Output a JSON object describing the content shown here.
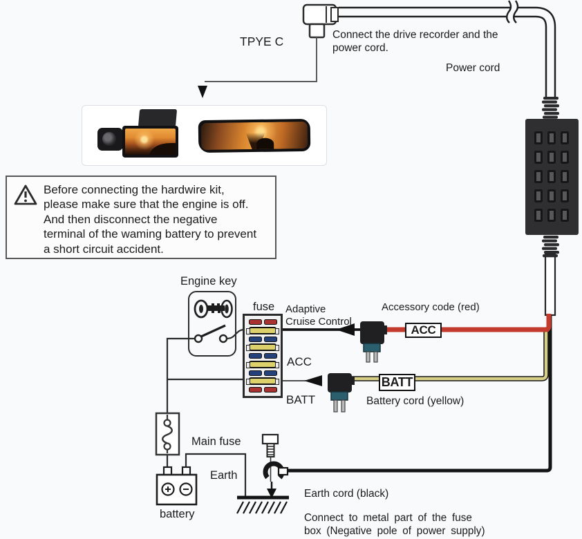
{
  "top": {
    "type_c_label": "TPYE C",
    "connect_note": "Connect the drive recorder and the\npower cord.",
    "power_cord_label": "Power cord"
  },
  "warning": {
    "text": "Before connecting the hardwire kit,\nplease make sure that the engine is off.\nAnd then disconnect the negative\nterminal of the waming battery to prevent\na short circuit accident."
  },
  "labels": {
    "engine_key": "Engine key",
    "fuse": "fuse",
    "adaptive": "Adaptive\nCruise Control",
    "accessory_code": "Accessory code (red)",
    "acc": "ACC",
    "acc_tag": "ACC",
    "batt": "BATT",
    "batt_tag": "BATT",
    "battery_cord": "Battery cord (yellow)",
    "main_fuse": "Main fuse",
    "earth": "Earth",
    "battery": "battery",
    "earth_cord": "Earth cord (black)",
    "connect_metal": "Connect to metal part of the fuse\nbox (Negative pole of power supply)"
  },
  "colors": {
    "wire_red": "#c23b2c",
    "wire_yellow": "#d8cf86",
    "wire_black": "#141414",
    "fuse_red": "#a93230",
    "fuse_blue": "#24417c",
    "fuse_yellow": "#ddd16e",
    "tap_teal": "#2c5f6e",
    "module_dark": "#2f2f31"
  },
  "fusebox": {
    "rows": [
      "red-pair",
      "yellow-wide",
      "blue-pair",
      "yellow-wide",
      "blue-pair",
      "yellow-wide",
      "blue-pair",
      "yellow-wide",
      "red-pair"
    ]
  },
  "module": {
    "slots": 15
  }
}
